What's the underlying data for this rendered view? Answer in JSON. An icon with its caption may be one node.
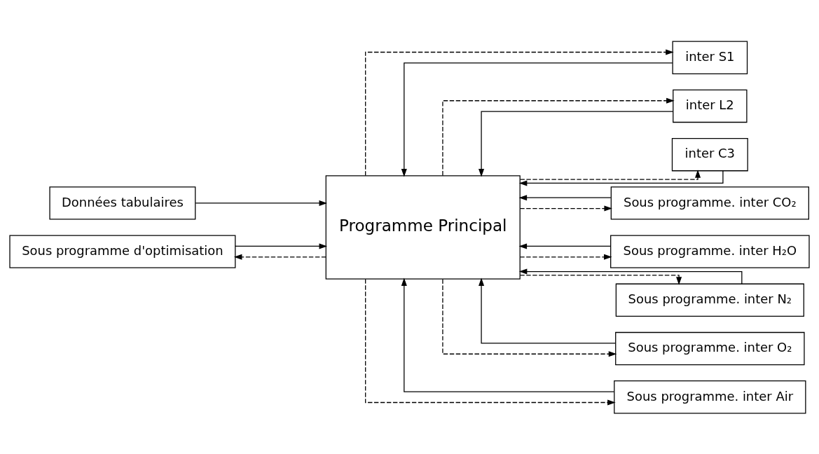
{
  "diagram": {
    "nodes": [
      {
        "text": [
          "Données tabulaires"
        ]
      },
      {
        "text": [
          "Programme Principal"
        ]
      },
      {
        "text": [
          "inter S1"
        ]
      },
      {
        "text": [
          "inter L2"
        ]
      },
      {
        "text": [
          "inter C3"
        ]
      },
      {
        "text": [
          "Sous programme d'optimisation"
        ]
      },
      {
        "text": [
          "Sous programme. inter CO₂"
        ]
      },
      {
        "text": [
          "Sous programme. inter H₂O"
        ]
      },
      {
        "text": [
          "Sous programme. inter N₂"
        ]
      },
      {
        "text": [
          "Sous programme. inter O₂"
        ]
      },
      {
        "text": [
          "Sous programme. inter Air"
        ]
      }
    ],
    "edges": [
      {
        "from": 0,
        "to": 1,
        "arrow": "to"
      },
      {
        "from": 5,
        "to": 1,
        "arrow": "to"
      },
      {
        "from": 1,
        "to": 2,
        "arrow": "to",
        "style": "dashed"
      },
      {
        "from": 2,
        "to": 1,
        "arrow": "to"
      },
      {
        "from": 1,
        "to": 3,
        "arrow": "to",
        "style": "dashed"
      },
      {
        "from": 3,
        "to": 1,
        "arrow": "to"
      },
      {
        "from": 1,
        "to": 4,
        "arrow": "to",
        "style": "dashed"
      },
      {
        "from": 4,
        "to": 1,
        "arrow": "to"
      },
      {
        "from": 1,
        "to": 6,
        "arrow": "to",
        "style": "dashed"
      },
      {
        "from": 6,
        "to": 1,
        "arrow": "to"
      },
      {
        "from": 1,
        "to": 7,
        "arrow": "to",
        "style": "dashed"
      },
      {
        "from": 7,
        "to": 1,
        "arrow": "to"
      },
      {
        "from": 1,
        "to": 8,
        "arrow": "to",
        "style": "dashed"
      },
      {
        "from": 8,
        "to": 1,
        "arrow": "to"
      },
      {
        "from": 1,
        "to": 9,
        "arrow": "to",
        "style": "dashed"
      },
      {
        "from": 9,
        "to": 1,
        "arrow": "to"
      },
      {
        "from": 1,
        "to": 10,
        "arrow": "to",
        "style": "dashed"
      },
      {
        "from": 10,
        "to": 1,
        "arrow": "to"
      },
      {
        "from": 1,
        "to": 5,
        "arrow": "to",
        "style": "dashed"
      }
    ]
  }
}
